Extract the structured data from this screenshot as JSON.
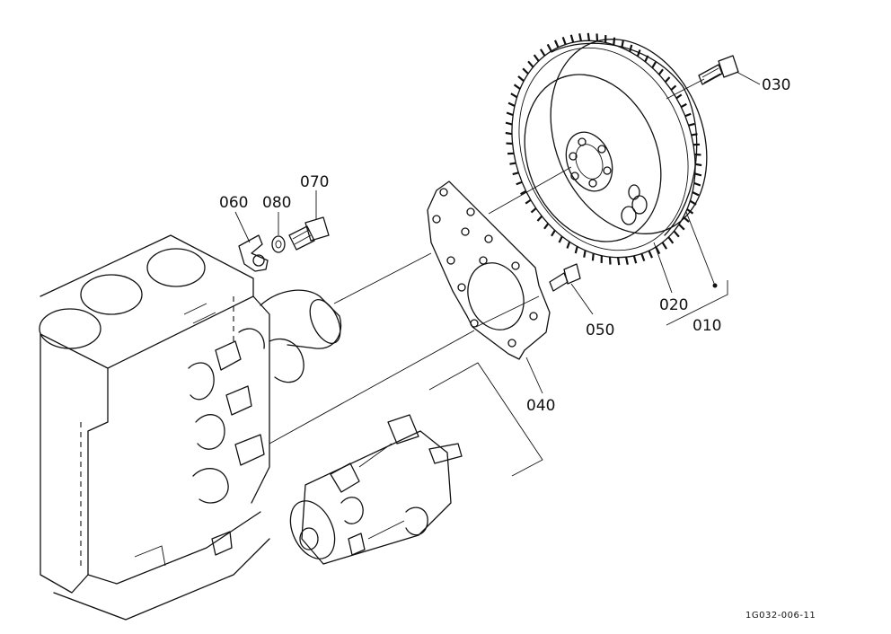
{
  "labels": {
    "p010": "010",
    "p020": "020",
    "p030": "030",
    "p040": "040",
    "p050": "050",
    "p060": "060",
    "p070": "070",
    "p080": "080"
  },
  "reference_code": "1G032-006-11"
}
